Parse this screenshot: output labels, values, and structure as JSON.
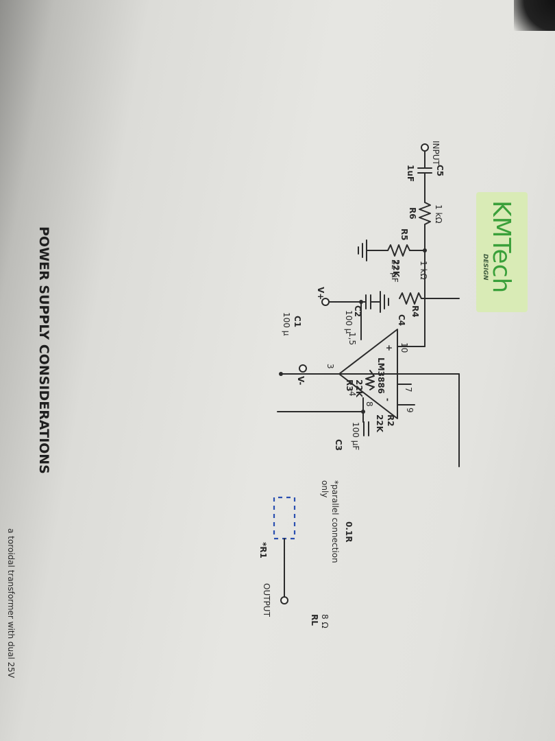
{
  "logo": {
    "name": "KMTech",
    "sub": "DESIGN",
    "bg_color": "#d9ebb6",
    "text_color": "#3aa03a"
  },
  "labels": {
    "input": "INPUT",
    "c5": "C5",
    "c5_value": "1uF",
    "r6_value": "1 kΩ",
    "r6": "R6",
    "r5": "R5",
    "r5_value": "22K",
    "r4_value": "1 kΩ",
    "r4": "R4",
    "c4_value": "22 µF",
    "c4": "C4",
    "c1": "C1",
    "c1_value": "100 µ",
    "vminus": "V-",
    "vplus": "V+",
    "c2": "C2",
    "c2_value": "100 µ",
    "pin10": "10",
    "pin9": "9",
    "pin7": "7",
    "pin4": "4",
    "pin15": "1,5",
    "pin3": "3",
    "pin8": "8",
    "plus": "+",
    "minus": "-",
    "ic": "LM3886",
    "r2": "R2",
    "r2_value": "22K",
    "r3": "R3",
    "r3_value": "22K",
    "c3_value": "100 µF",
    "c3": "C3",
    "r1": "*R1",
    "r1_value": "0.1R",
    "note_line1": "*parallel connection",
    "note_line2": "only",
    "output": "OUTPUT",
    "rl": "RL",
    "rl_value": "8 Ω"
  },
  "heading": "POWER SUPPLY CONSIDERATIONS",
  "footer_partial": "a toroidal transformer with dual 25V"
}
